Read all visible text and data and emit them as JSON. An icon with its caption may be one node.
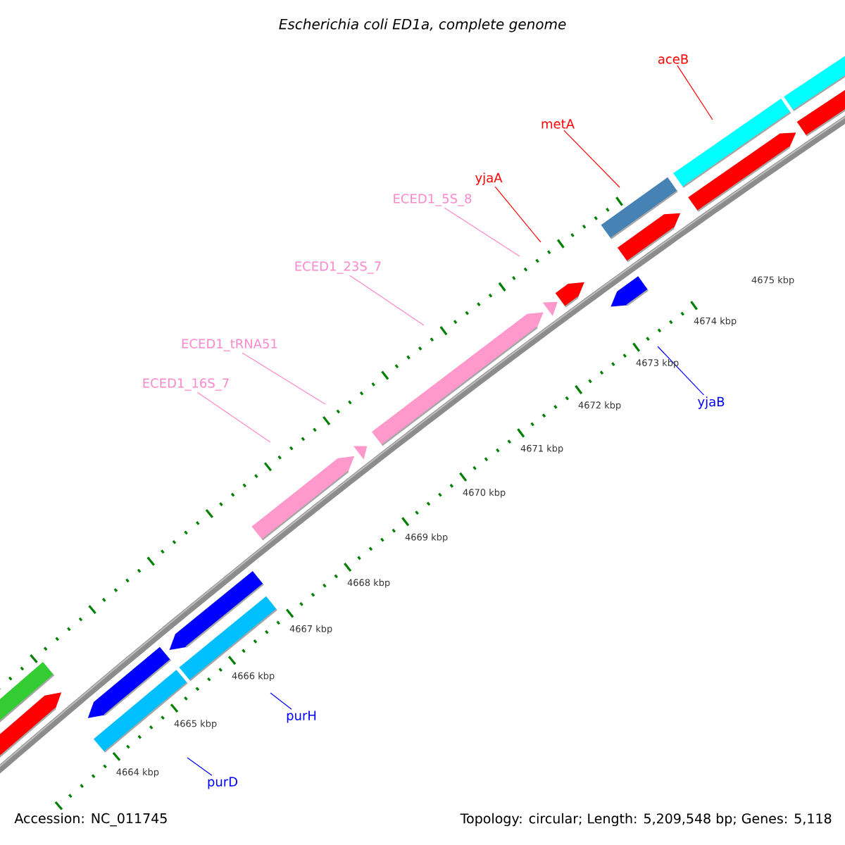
{
  "diagram": {
    "title": "Escherichia coli ED1a, complete genome",
    "nodes": [
      {
        "text": [
          "aceB"
        ]
      },
      {
        "text": [
          "metA"
        ]
      },
      {
        "text": [
          "yjaA"
        ]
      },
      {
        "text": [
          "ECED1_5S_8"
        ]
      },
      {
        "text": [
          "ECED1_23S_7"
        ]
      },
      {
        "text": [
          "ECED1_tRNA51"
        ]
      },
      {
        "text": [
          "ECED1_16S_7"
        ]
      },
      {
        "text": [
          "yjaB"
        ]
      },
      {
        "text": [
          "purH"
        ]
      },
      {
        "text": [
          "purD"
        ]
      }
    ],
    "edges": [
      {
        "from": 0,
        "to": null,
        "arrow": "none",
        "color": "#ff0000"
      },
      {
        "from": 1,
        "to": null,
        "arrow": "none",
        "color": "#ff0000"
      },
      {
        "from": 2,
        "to": null,
        "arrow": "none",
        "color": "#ff0000"
      },
      {
        "from": 3,
        "to": null,
        "arrow": "none"
      },
      {
        "from": 4,
        "to": null,
        "arrow": "none"
      },
      {
        "from": 5,
        "to": null,
        "arrow": "none"
      },
      {
        "from": 6,
        "to": null,
        "arrow": "none"
      },
      {
        "from": 7,
        "to": null,
        "arrow": "none",
        "color": "#0000ff"
      },
      {
        "from": 8,
        "to": null,
        "arrow": "none",
        "color": "#0000ff"
      },
      {
        "from": 9,
        "to": null,
        "arrow": "none",
        "color": "#0000ff"
      }
    ],
    "labels": [
      "4664 kbp",
      "4665 kbp",
      "4666 kbp",
      "4667 kbp",
      "4668 kbp",
      "4669 kbp",
      "4670 kbp",
      "4671 kbp",
      "4672 kbp",
      "4673 kbp",
      "4674 kbp",
      "4675 kbp",
      "Accession: NC_011745",
      "Topology: circular; Length: 5,209,548 bp; Genes: 5,118"
    ]
  }
}
